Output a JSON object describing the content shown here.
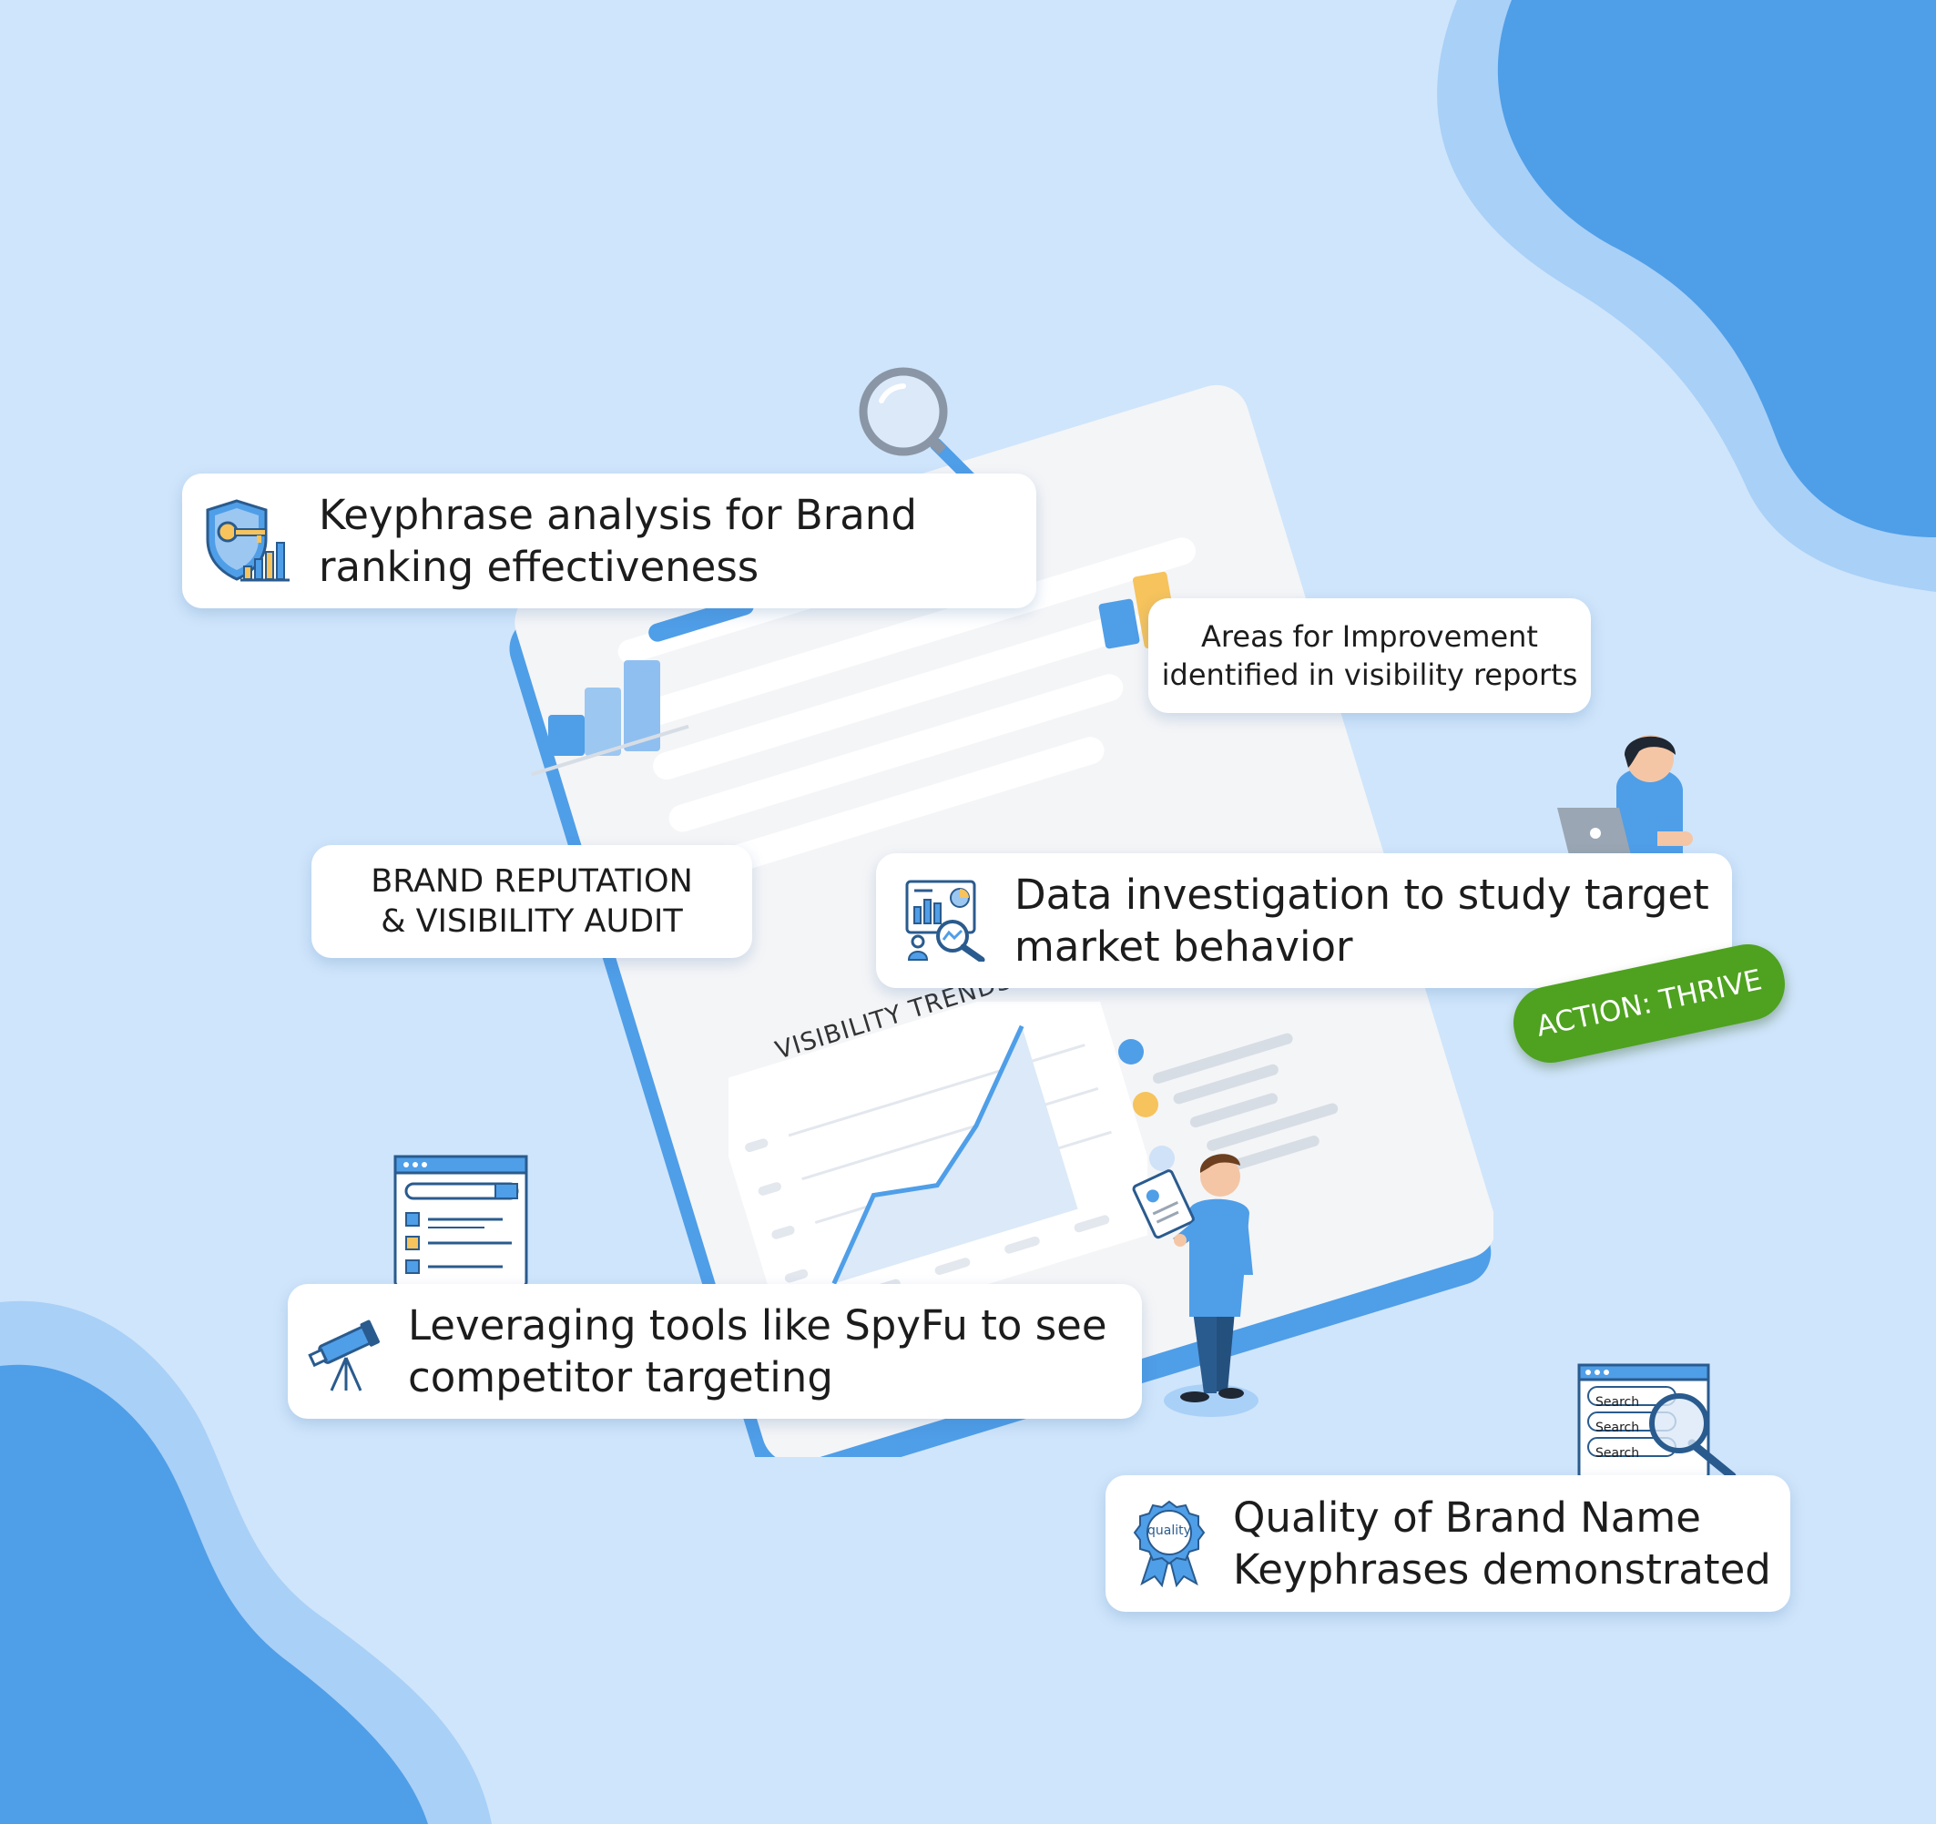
{
  "cards": {
    "keyphrase": {
      "line1": "Keyphrase analysis for Brand",
      "line2": "ranking effectiveness"
    },
    "areas": {
      "line1": "Areas for Improvement",
      "line2": "identified in visibility reports"
    },
    "audit": {
      "line1": "BRAND REPUTATION",
      "line2": "& VISIBILITY AUDIT"
    },
    "data": {
      "line1": "Data investigation to study target",
      "line2": "market behavior"
    },
    "spyfu": {
      "line1": "Leveraging tools like SpyFu to see",
      "line2": "competitor targeting"
    },
    "quality": {
      "line1": "Quality of Brand Name",
      "line2": "Keyphrases demonstrated"
    }
  },
  "badge": {
    "label": "ACTION: THRIVE"
  },
  "chart": {
    "title": "VISIBILITY TRENDS"
  },
  "search_widget": {
    "rows": [
      "Search",
      "Search",
      "Search"
    ]
  },
  "quality_seal": {
    "label": "quality"
  },
  "colors": {
    "background": "#cfe5fb",
    "accent_blue": "#4f9ee8",
    "badge_green": "#4ea21f",
    "bar_yellow": "#f6c35c"
  }
}
